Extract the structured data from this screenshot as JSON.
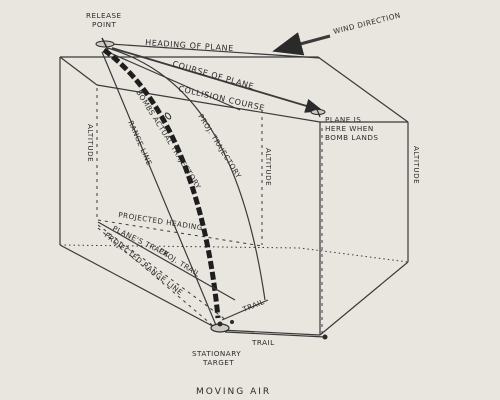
{
  "labels": {
    "release_point": [
      "RELEASE",
      "POINT"
    ],
    "wind_direction": "WIND DIRECTION",
    "heading_of_plane": "HEADING OF PLANE",
    "course_of_plane": "COURSE OF PLANE",
    "collision_course": "COLLISION COURSE",
    "plane_is_here": [
      "PLANE IS",
      "HERE WHEN",
      "BOMB LANDS"
    ],
    "altitude_left": "ALTITUDE",
    "altitude_mid": "ALTITUDE",
    "altitude_right": "ALTITUDE",
    "bombs_actual_trajectory": "BOMBS ACTUAL TRAJECTORY",
    "proj_trajectory": "PROJ. TRAJECTORY",
    "range_line": "RANGE LINE",
    "projected_heading": "PROJECTED HEADING",
    "planes_track": "PLANE'S TRACK",
    "proj_trail": "PROJ. TRAIL",
    "projected_range_line": "PROJECTED RANGE LINE",
    "trail_upper": "TRAIL",
    "trail_lower": "TRAIL",
    "stationary_target": [
      "STATIONARY",
      "TARGET"
    ],
    "caption": "MOVING  AIR"
  },
  "colors": {
    "paper": "#e9e6df",
    "ink": "#2a2a2a"
  }
}
